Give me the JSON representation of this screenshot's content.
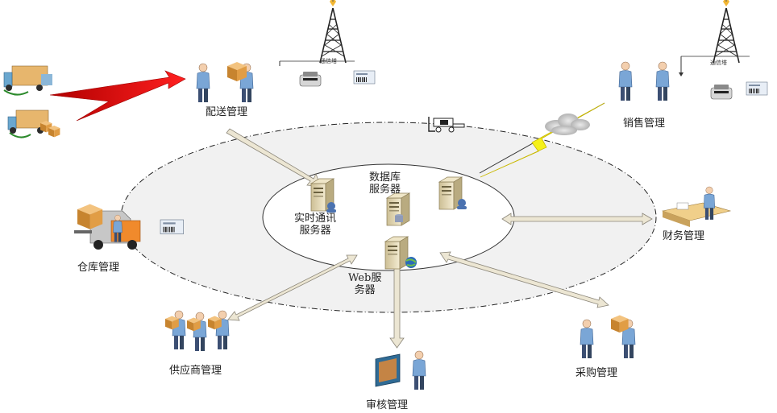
{
  "modules": {
    "delivery": "配送管理",
    "sales": "销售管理",
    "finance": "财务管理",
    "purchase": "采购管理",
    "audit": "审核管理",
    "supplier": "供应商管理",
    "warehouse": "仓库管理"
  },
  "servers": {
    "database_line1": "数据库",
    "database_line2": "服务器",
    "realtime_line1": "实时通讯",
    "realtime_line2": "服务器",
    "web_line1": "Web服",
    "web_line2": "务器"
  },
  "towers": {
    "left": "通信塔",
    "right": "通信塔"
  },
  "colors": {
    "outer_ring_fill": "#f1f1f1",
    "inner_ring_fill": "#ffffff",
    "connector": "#e6e0cf",
    "connector_edge": "#8a8578",
    "red_arrow": "#e00000",
    "lightning": "#f5f11a",
    "person_shirt": "#7aa6d6",
    "box": "#d99b45"
  }
}
